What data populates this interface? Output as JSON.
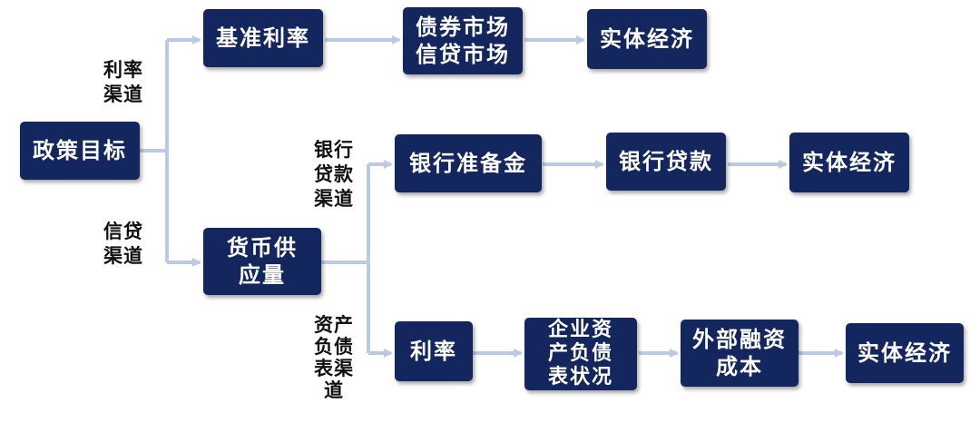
{
  "nodes": {
    "policy_goal": "政策目标",
    "benchmark_rate": "基准利率",
    "bond_credit_market": "债券市场\n信贷市场",
    "real_economy_1": "实体经济",
    "money_supply": "货币供\n应量",
    "bank_reserves": "银行准备金",
    "bank_loans": "银行贷款",
    "real_economy_2": "实体经济",
    "interest_rate": "利率",
    "corporate_balance_sheet": "企业资\n产负债\n表状况",
    "external_financing_cost": "外部融资\n成本",
    "real_economy_3": "实体经济"
  },
  "labels": {
    "rate_channel": "利率\n渠道",
    "credit_channel": "信贷\n渠道",
    "bank_loan_channel": "银行\n贷款\n渠道",
    "balance_sheet_channel": "资产\n负债\n表渠\n道"
  },
  "colors": {
    "box": "#13275e",
    "box_text": "#ffffff",
    "connector": "#b9cbe3"
  }
}
